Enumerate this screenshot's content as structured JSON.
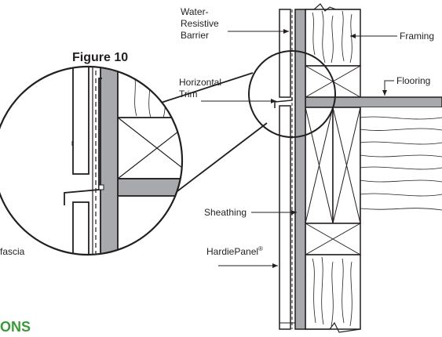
{
  "figure": {
    "title": "Figure 10"
  },
  "labels": {
    "water_resistive_barrier": [
      "Water-",
      "Resistive",
      "Barrier"
    ],
    "framing": "Framing",
    "flooring": "Flooring",
    "horizontal_trim": [
      "Horizontal",
      "Trim"
    ],
    "sheathing": "Sheathing",
    "hardiepanel": "HardiePanel",
    "hardiepanel_mark": "®",
    "fascia": "fascia"
  },
  "footer": {
    "heading_fragment": "ONS"
  },
  "colors": {
    "line": "#231f20",
    "sheathing_fill": "#a7a9ac",
    "floor_fill": "#a7a9ac",
    "panel_fill": "#e6e7e8",
    "accent_green": "#3a9a3a"
  }
}
